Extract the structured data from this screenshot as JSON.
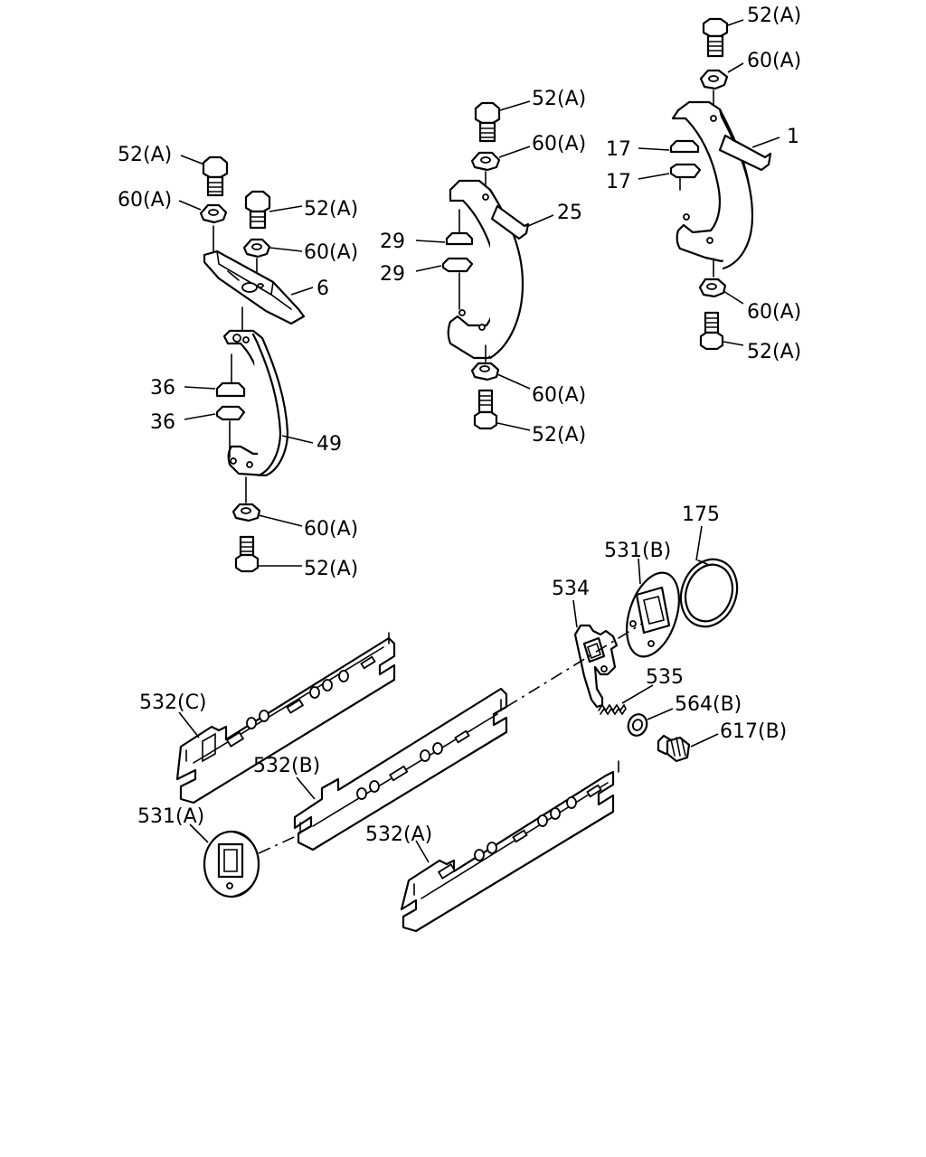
{
  "labels": {
    "l_52a_1": "52(A)",
    "l_60a_1": "60(A)",
    "l_1": "1",
    "l_17_1": "17",
    "l_17_2": "17",
    "l_60a_2": "60(A)",
    "l_52a_2": "52(A)",
    "l_52a_3": "52(A)",
    "l_60a_3": "60(A)",
    "l_25": "25",
    "l_29_1": "29",
    "l_29_2": "29",
    "l_60a_4": "60(A)",
    "l_52a_4": "52(A)",
    "l_52a_5": "52(A)",
    "l_60a_5": "60(A)",
    "l_52a_6": "52(A)",
    "l_60a_6": "60(A)",
    "l_6": "6",
    "l_36_1": "36",
    "l_36_2": "36",
    "l_49": "49",
    "l_60a_7": "60(A)",
    "l_52a_7": "52(A)",
    "l_175": "175",
    "l_531b": "531(B)",
    "l_534": "534",
    "l_535": "535",
    "l_564b": "564(B)",
    "l_617b": "617(B)",
    "l_532c": "532(C)",
    "l_532b": "532(B)",
    "l_531a": "531(A)",
    "l_532a": "532(A)"
  },
  "colors": {
    "ink": "#000000",
    "paper": "#ffffff"
  }
}
